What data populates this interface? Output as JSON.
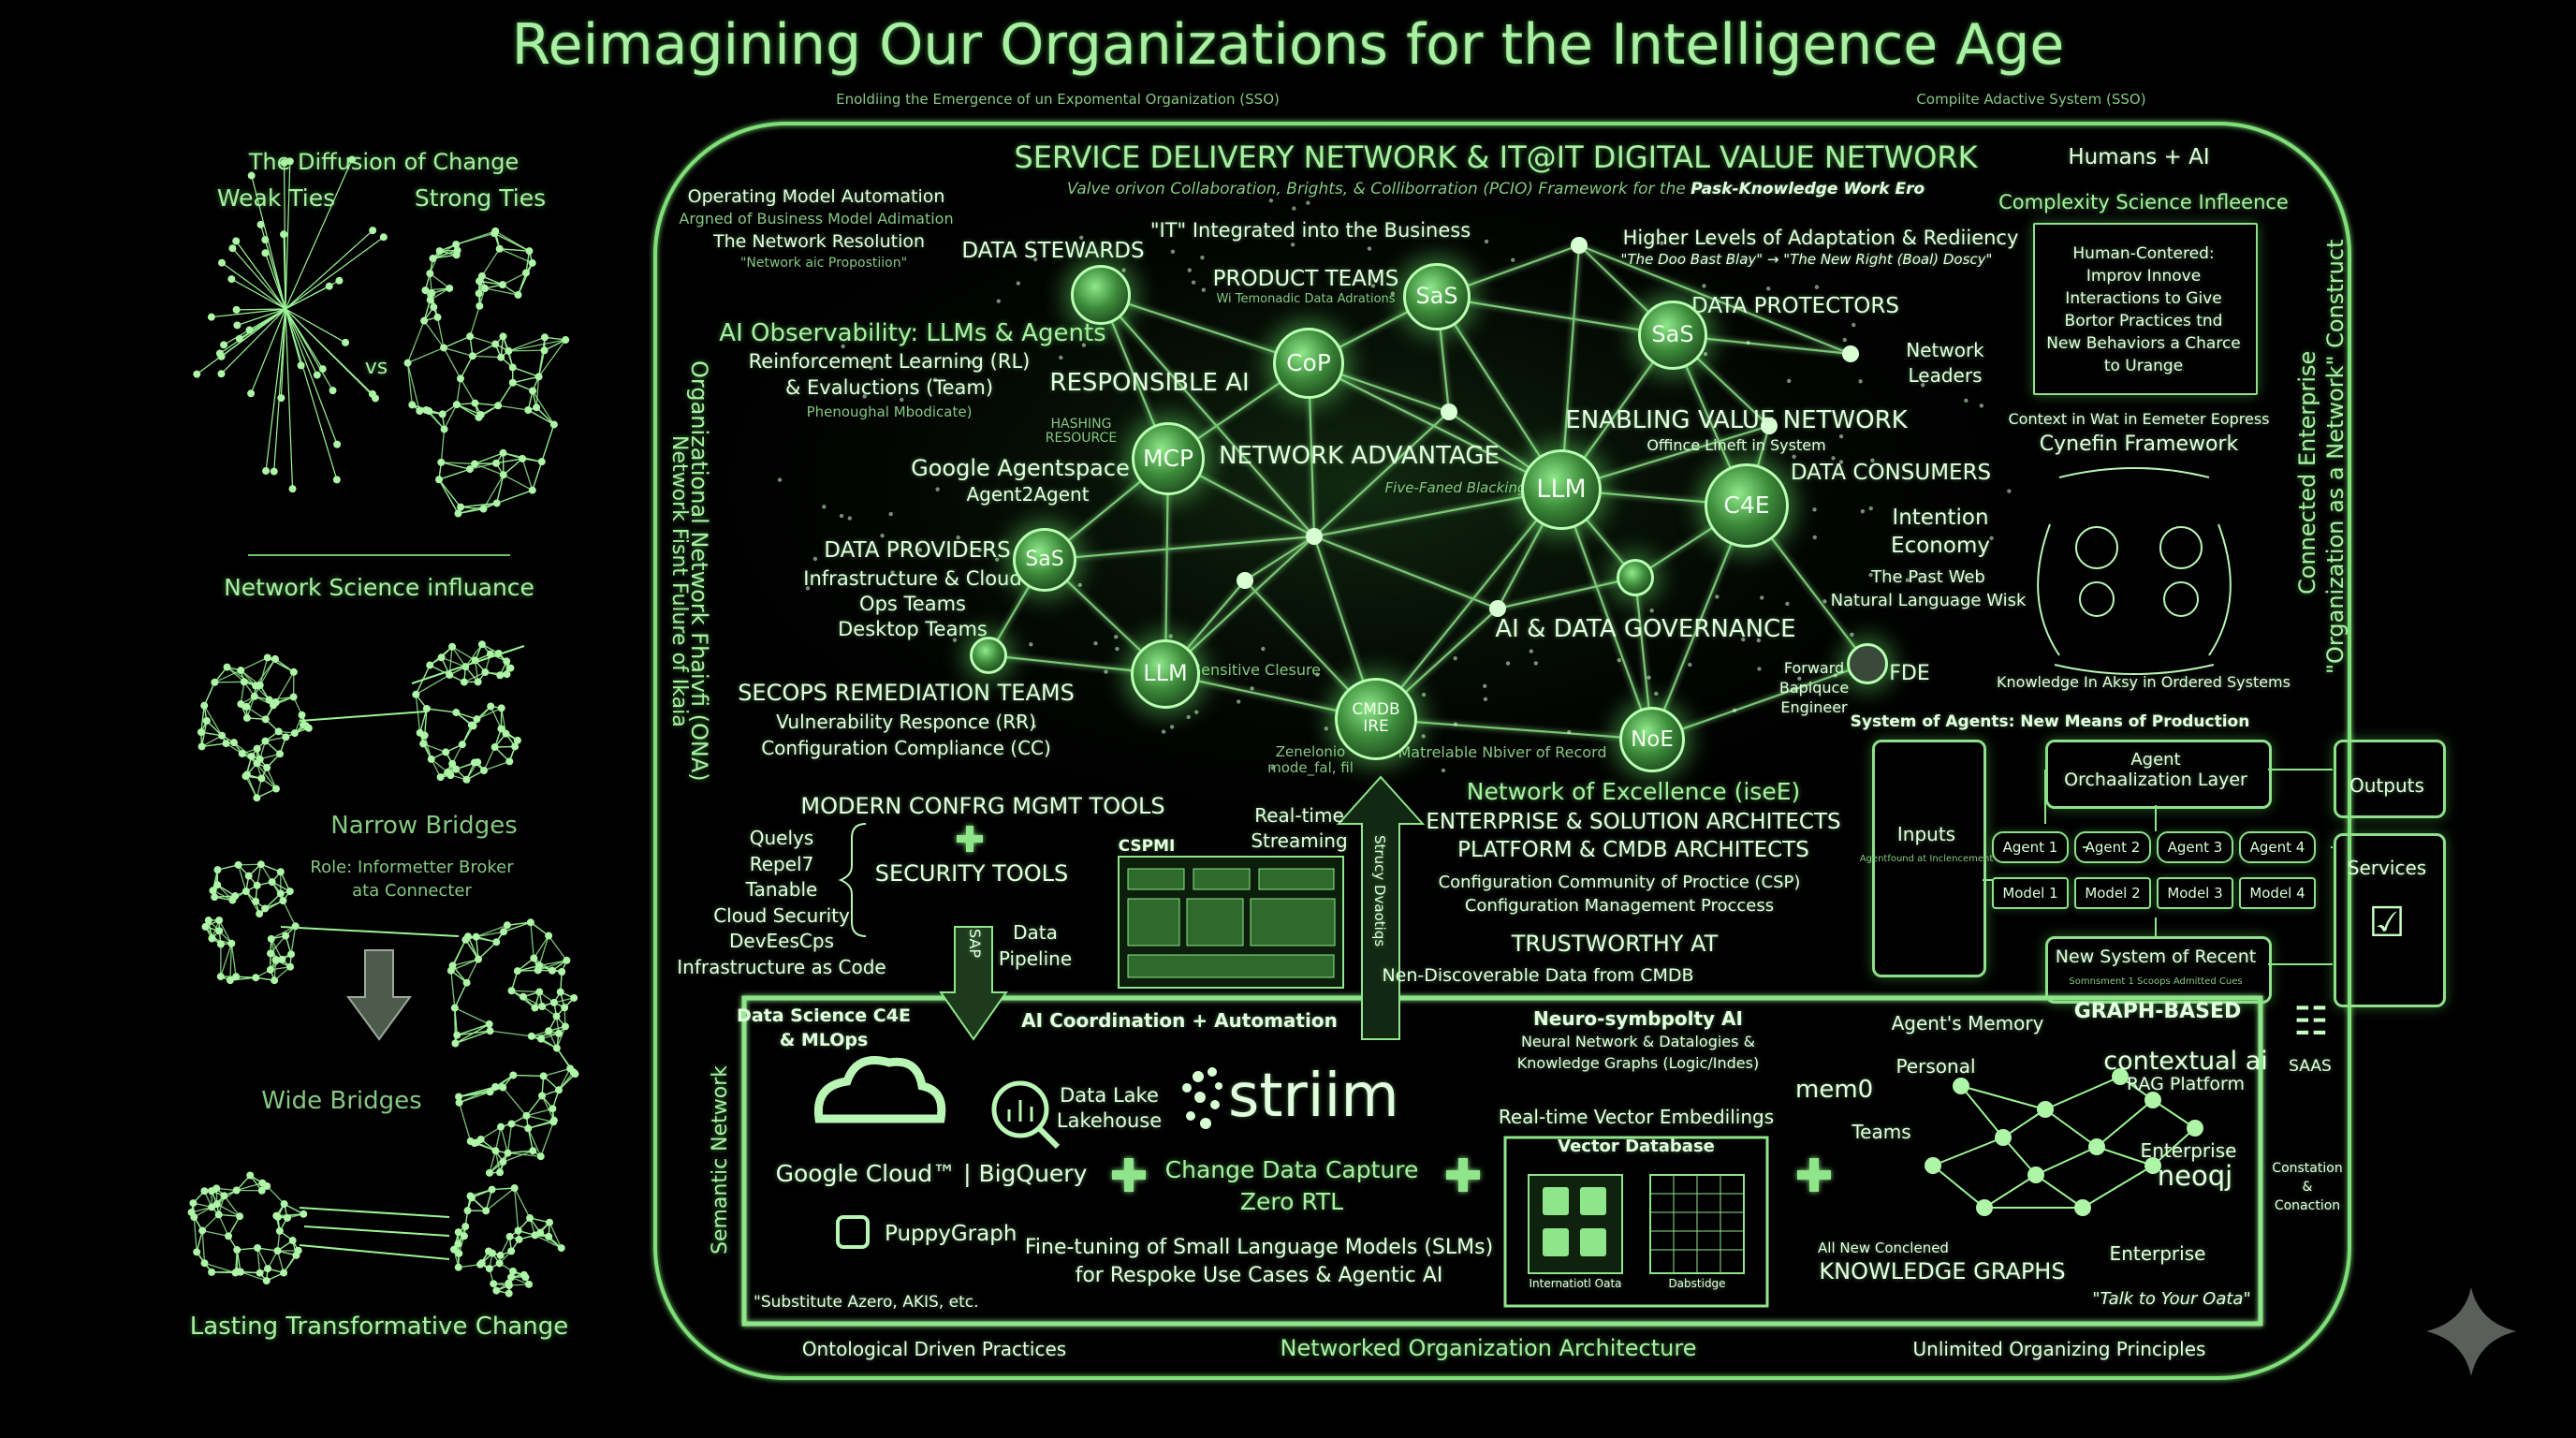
{
  "title": "Reimagining Our Organizations for the Intelligence Age",
  "top_left_caption": "Enoldiing the Emergence of un Expomental Organization (SSO)",
  "top_right_caption": "Compiite Adactive System (SSO)",
  "left_panel": {
    "diffusion_title": "The Diffusion of Change",
    "weak_ties": "Weak Ties",
    "strong_ties": "Strong Ties",
    "vs": "vs",
    "network_science": "Network Science influance",
    "narrow_bridges": "Narrow Bridges",
    "role_broker": "Role: Informetter Broker",
    "role_connecter": "ata Connecter",
    "wide_bridges": "Wide Bridges",
    "lasting": "Lasting Transformative Change"
  },
  "left_vertical": {
    "line1": "Network Fisnt Fulure of Ikaia",
    "line2": "Organizational Network Fhaivfi (ONA)"
  },
  "semantic_network": "Semantic Network",
  "header": {
    "main": "SERVICE DELIVERY NETWORK & IT@IT DIGITAL VALUE NETWORK",
    "sub_prefix": "Valve orivon Collaboration, Brights, & Colliborration (PCIO) Framework for the ",
    "sub_bold": "Pask-Knowledge Work Ero"
  },
  "labels": {
    "op_model": "Operating Model Automation",
    "op_model_sub": "Argned of Business Model Adimation",
    "network_resolution": "The Network Resolution",
    "network_prop": "\"Network aic Propostiion\"",
    "data_stewards": "DATA STEWARDS",
    "it_integrated": "\"IT\" Integrated into the Business",
    "product_teams": "PRODUCT TEAMS",
    "product_teams_sub": "Wi Temonadic Data Adrations",
    "higher_levels": "Higher Levels of Adaptation & Rediiency",
    "higher_levels_sub": "\"The Doo Bast Blay\" → \"The New Right (Boal) Doscy\"",
    "data_protectors": "DATA PROTECTORS",
    "network_leaders_1": "Network",
    "network_leaders_2": "Leaders",
    "ai_obs": "AI Observability: LLMs & Agents",
    "reinforcement": "Reinforcement Learning (RL)",
    "evaluctions": "& Evaluctions (Team)",
    "phenoughal": "Phenoughal Mbodicate)",
    "responsible_ai": "RESPONSIBLE AI",
    "hashing_1": "HASHING",
    "hashing_2": "RESOURCE",
    "google_agentspace": "Google Agentspace",
    "agent2agent": "Agent2Agent",
    "network_advantage": "NETWORK ADVANTAGE",
    "five_faned": "Five-Faned Blacking",
    "enabling": "ENABLING VALUE NETWORK",
    "offince": "Offince Lineft in System",
    "data_consumers": "DATA CONSUMERS",
    "intention_1": "Intention",
    "intention_2": "Economy",
    "past_web": "The Past Web",
    "natural_lang": "Natural Language Wisk",
    "data_providers": "DATA PROVIDERS",
    "infra_cloud": "Infrastructure & Cloud",
    "ops_teams": "Ops Teams",
    "desktop_teams": "Desktop Teams",
    "ai_governance": "AI & DATA GOVERNANCE",
    "secops": "SECOPS REMEDIATION TEAMS",
    "vuln": "Vulnerability Responce (RR)",
    "config_comp": "Configuration Compliance (CC)",
    "sensitive": "Sensitive Clesure",
    "zero_mode_1": "Zenelonio",
    "zero_mode_2": "mode_fal, fil",
    "matrelable": "Matrelable Nbiver of Record",
    "forward_1": "Forward",
    "forward_2": "Bapiquce",
    "forward_3": "Engineer",
    "fde": "FDE",
    "modern_config": "MODERN CONFRG MGMT TOOLS",
    "security_tools": "SECURITY TOOLS",
    "realtime_1": "Real-time",
    "realtime_2": "Streaming",
    "cspm": "CSPMI",
    "data_pipeline_1": "Data",
    "data_pipeline_2": "Pipeline",
    "sap": "SAP",
    "cmdb_vertical": "Strucy Dvaotiqs",
    "noe": "Network of Excellence (iseE)",
    "ent_arch": "ENTERPRISE & SOLUTION ARCHITECTS",
    "platform_arch": "PLATFORM & CMDB ARCHITECTS",
    "csp": "Configuration Community of Proctice (CSP)",
    "cmp": "Configuration Management Proccess",
    "trustworthy": "TRUSTWORTHY AT",
    "non_discoverable": "Nen-Discoverable Data from CMDB",
    "system_agents": "System of Agents: New Means of Production"
  },
  "tool_list": [
    "Quelys",
    "Repel7",
    "Tanable",
    "Cloud Security",
    "DevEesCps",
    "Infrastructure as Code"
  ],
  "nodes": {
    "saas1": "SaS",
    "cop": "CoP",
    "saas2": "SaS",
    "mcp": "MCP",
    "llm_center": "LLM",
    "c4e": "C4E",
    "saas3": "SaS",
    "llm_low": "LLM",
    "cmdb_1": "CMDB",
    "cmdb_2": "IRE",
    "noe": "NoE"
  },
  "right_panel": {
    "humans_ai": "Humans + AI",
    "complexity": "Complexity Science Infleence",
    "box_lines": [
      "Human-Contered:",
      "Improv Innove",
      "Interactions to Give",
      "Bortor Practices tnd",
      "New Behaviors a Charce",
      "to Urange"
    ],
    "context": "Context in Wat in Eemeter Eopress",
    "cynefin": "Cynefin Framework",
    "knowledge_ordered": "Knowledge In Aksy in Ordered Systems",
    "vertical_1": "Connected Enterprise",
    "vertical_2": "\"Organization as a Network\" Construct"
  },
  "agents_panel": {
    "inputs": "Inputs",
    "inputs_sub": "Agentfound at Inclencement",
    "orch_1": "Agent",
    "orch_2": "Orchaalization Layer",
    "agents": [
      "Agent 1",
      "Agent 2",
      "Agent 3",
      "Agent 4"
    ],
    "models": [
      "Model 1",
      "Model 2",
      "Model 3",
      "Model 4"
    ],
    "outputs": "Outputs",
    "services": "Services",
    "new_system": "New System of Recent",
    "new_system_sub": "Somnsment 1 Scoops Admitted Cues",
    "agents_memory": "Agent's Memory"
  },
  "bottom": {
    "data_science_1": "Data Science C4E",
    "data_science_2": "& MLOps",
    "ai_coord": "AI Coordination + Automation",
    "google_cloud": "Google Cloud™ | BigQuery",
    "data_lake_1": "Data Lake",
    "data_lake_2": "Lakehouse",
    "striim": "striim",
    "cdc_1": "Change Data Capture",
    "cdc_2": "Zero RTL",
    "puppygraph": "PuppyGraph",
    "finetune_1": "Fine-tuning of Small Language Models (SLMs)",
    "finetune_2": "for Respoke Use Cases & Agentic AI",
    "substitute": "\"Substitute Azero, AKIS, etc.",
    "neuro": "Neuro-symbpolty AI",
    "neural": "Neural Network & Datalogies &",
    "knowledge_graphs_logic": "Knowledge Graphs (Logic/Indes)",
    "realtime_vec": "Real-time Vector Embedilings",
    "vector_db": "Vector Database",
    "internal_data": "Internatiotl Oata",
    "data_stage": "Dabstidge",
    "mem0": "mem0",
    "graph_based": "GRAPH-BASED",
    "personal": "Personal",
    "contextual_1": "contextual ai",
    "contextual_2": "RAG Platform",
    "teams": "Teams",
    "enterprise_top": "Enterprise",
    "neo4j": "neoqj",
    "all_new": "All New Conclened",
    "knowledge_graphs": "KNOWLEDGE GRAPHS",
    "enterprise_bottom": "Enterprise",
    "talk": "\"Talk to Your Oata\"",
    "saas": "SAAS",
    "constation_1": "Constation",
    "constation_2": "&",
    "constation_3": "Conaction"
  },
  "footer": {
    "left": "Ontological Driven Practices",
    "center": "Networked Organization Architecture",
    "right": "Unlimited Organizing Principles"
  },
  "colors": {
    "background": "#000000",
    "glow": "#9cf596",
    "line": "#7fe078",
    "title": "#a9f0a3"
  }
}
